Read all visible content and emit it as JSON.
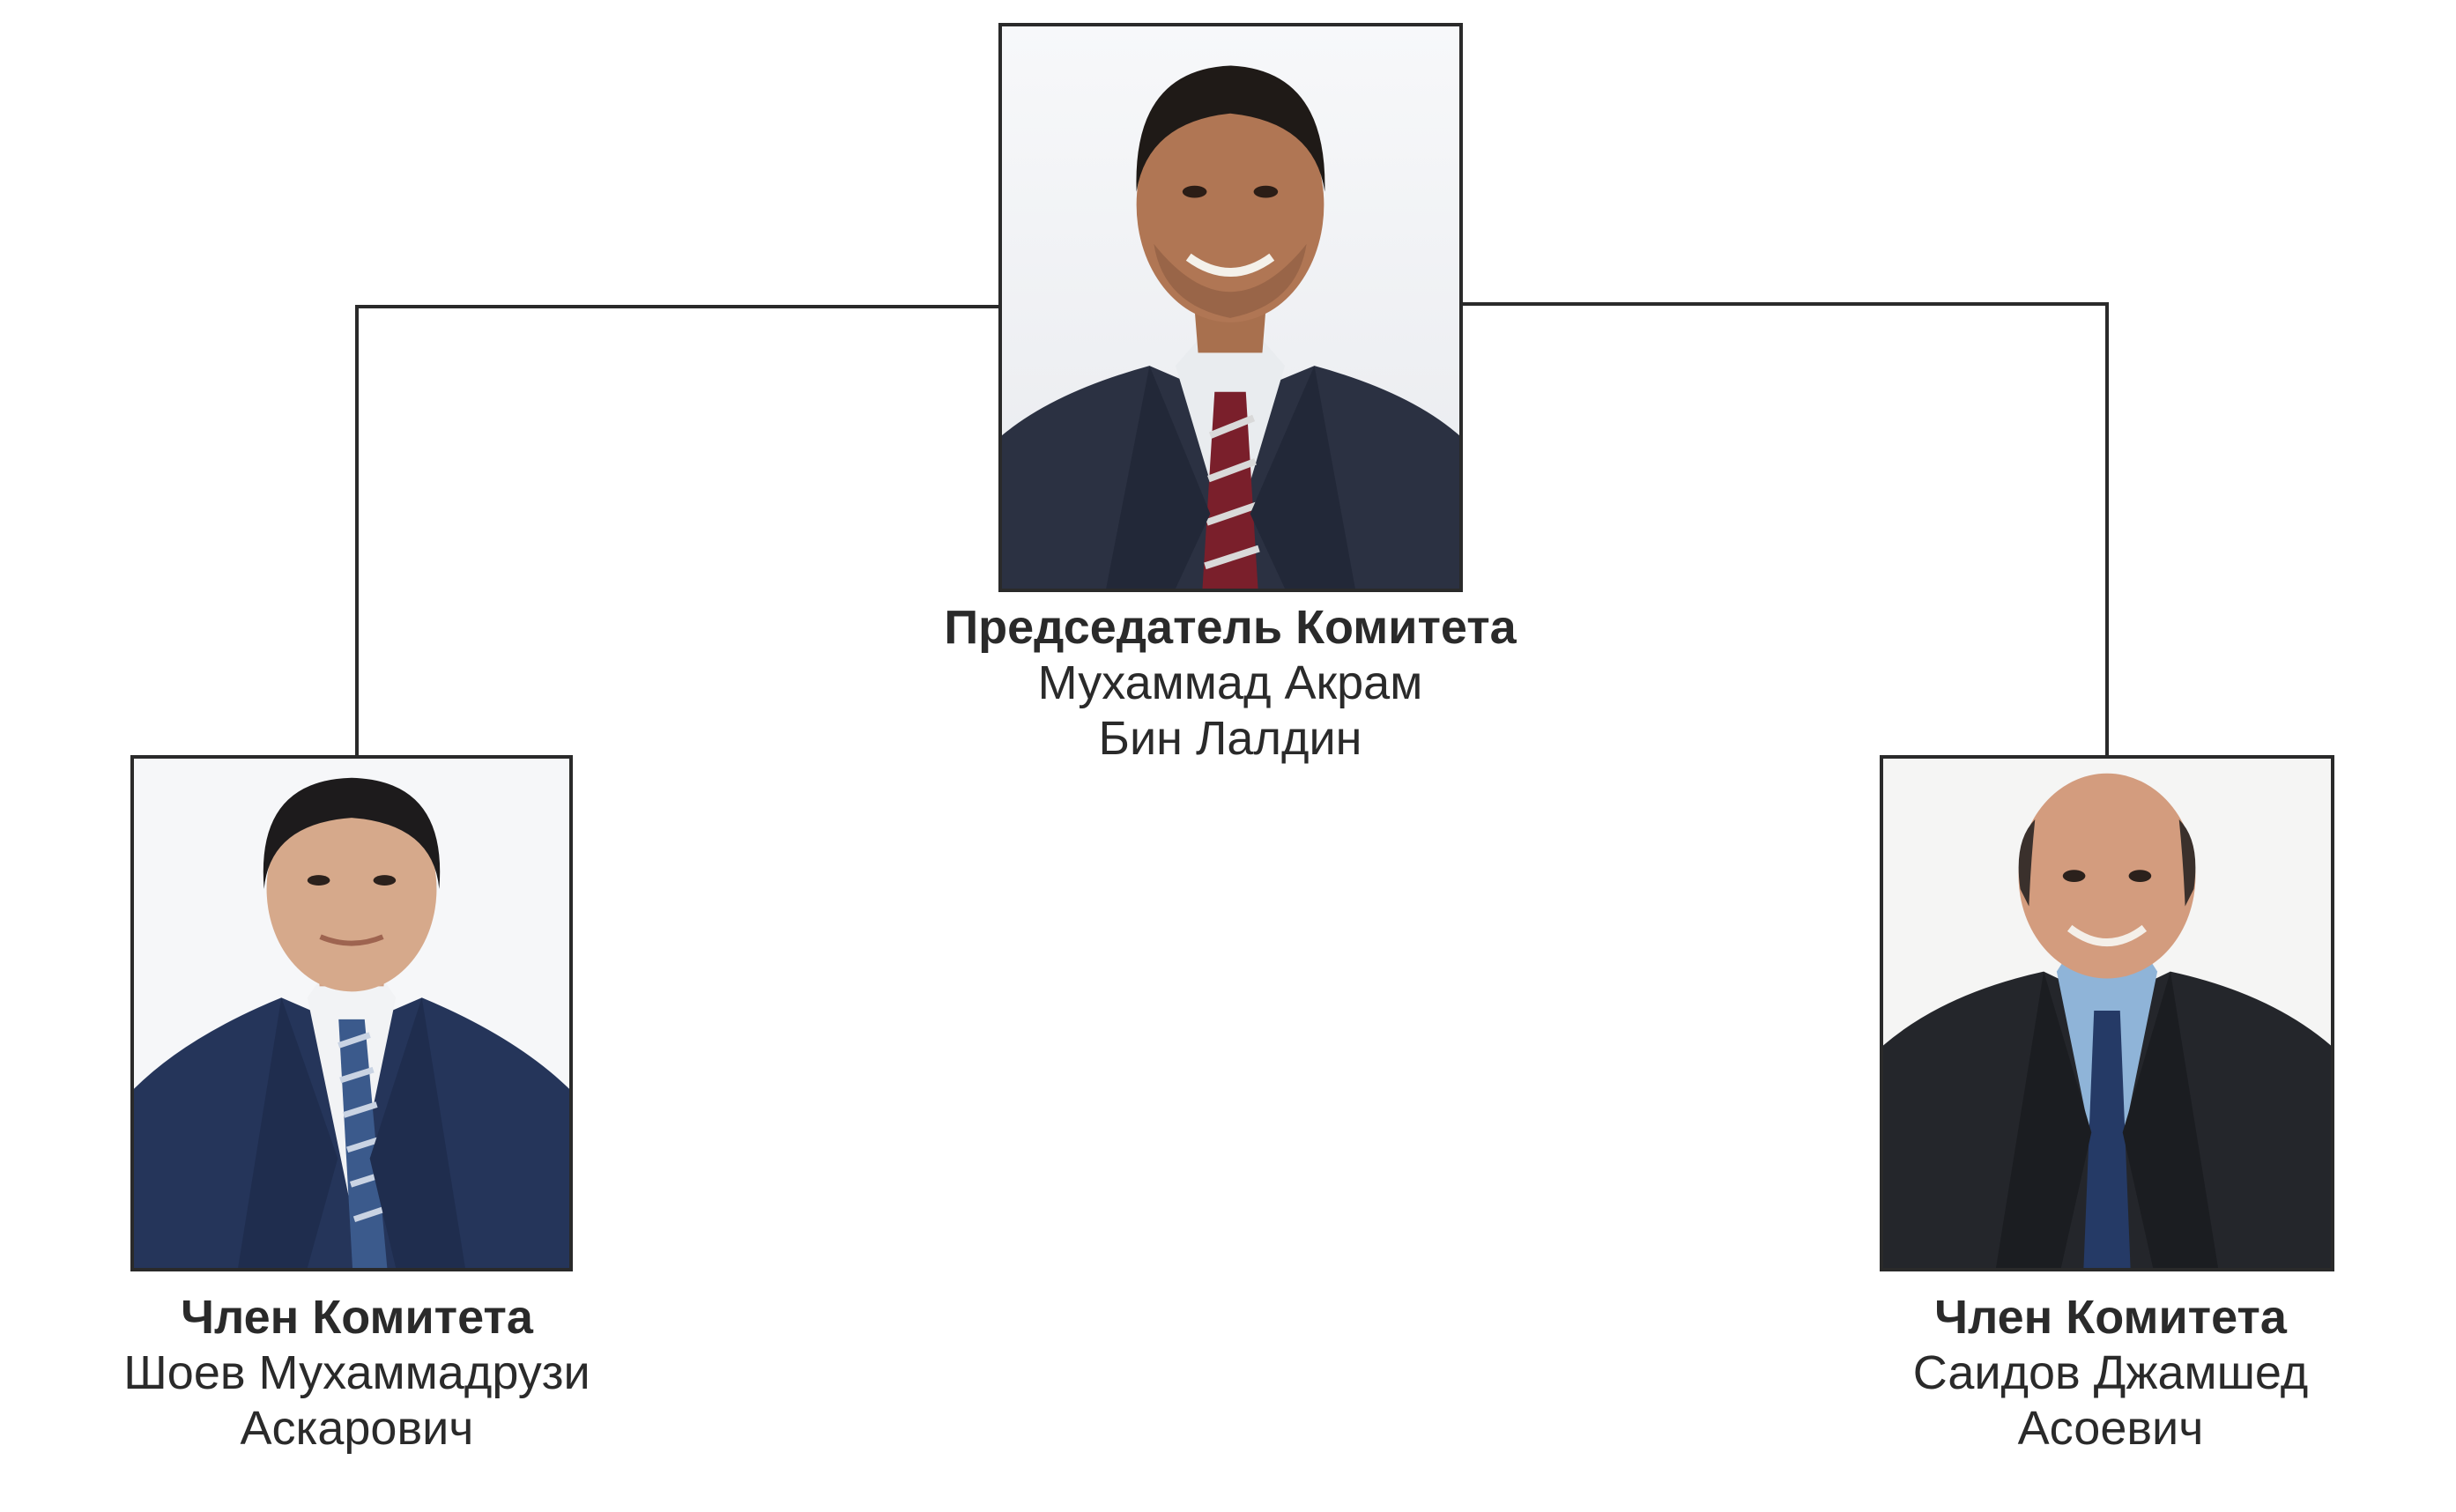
{
  "chart": {
    "nodes": [
      {
        "id": "chair",
        "role": "Председатель Комитета",
        "name_line1": "Мухаммад Акрам",
        "name_line2": "Бин Лалдин"
      },
      {
        "id": "member-left",
        "role": "Член Комитета",
        "name_line1": "Шоев Мухаммадрузи",
        "name_line2": "Аскарович"
      },
      {
        "id": "member-right",
        "role": "Член Комитета",
        "name_line1": "Саидов Джамшед",
        "name_line2": "Асоевич"
      }
    ],
    "edges": [
      {
        "from": "chair",
        "to": "member-left"
      },
      {
        "from": "chair",
        "to": "member-right"
      }
    ]
  },
  "colors": {
    "line": "#2a2a2a",
    "text": "#2a2a2a",
    "background": "#ffffff"
  }
}
